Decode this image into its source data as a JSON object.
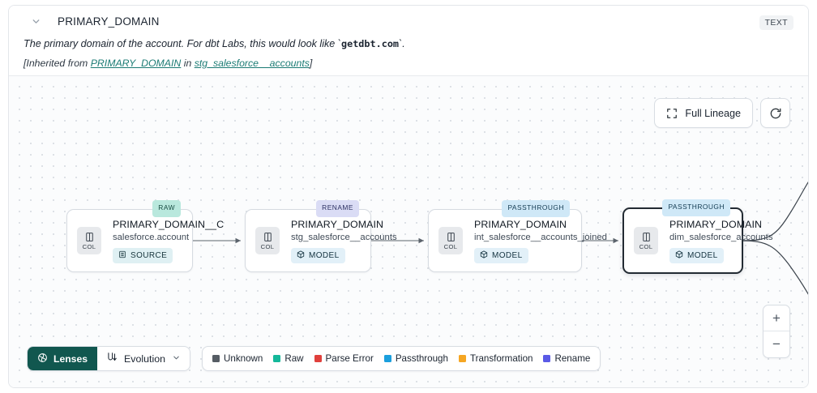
{
  "header": {
    "chevron_icon": "chevron-down-icon",
    "title": "PRIMARY_DOMAIN",
    "type_badge": "TEXT",
    "description_prefix": "The primary domain of the account. For dbt Labs, this would look like `",
    "description_code": "getdbt.com",
    "description_suffix": "`.",
    "inherit_open": "[Inherited from ",
    "inherit_link1": "PRIMARY_DOMAIN",
    "inherit_mid": " in ",
    "inherit_link2": "stg_salesforce__accounts",
    "inherit_close": "]"
  },
  "toolbar": {
    "full_lineage_label": "Full Lineage",
    "full_lineage_icon": "expand-corners-icon",
    "refresh_icon": "refresh-icon"
  },
  "graph": {
    "nodes": [
      {
        "tag": "RAW",
        "tag_kind": "raw",
        "col_icon": "column-icon",
        "col_label": "COL",
        "name": "PRIMARY_DOMAIN__C",
        "subtitle": "salesforce.account",
        "pill_label": "SOURCE",
        "pill_icon": "database-icon",
        "pill_kind": "source",
        "selected": false
      },
      {
        "tag": "RENAME",
        "tag_kind": "rename",
        "col_icon": "column-icon",
        "col_label": "COL",
        "name": "PRIMARY_DOMAIN",
        "subtitle": "stg_salesforce__accounts",
        "pill_label": "MODEL",
        "pill_icon": "cube-icon",
        "pill_kind": "model",
        "selected": false
      },
      {
        "tag": "PASSTHROUGH",
        "tag_kind": "pass",
        "col_icon": "column-icon",
        "col_label": "COL",
        "name": "PRIMARY_DOMAIN",
        "subtitle": "int_salesforce__accounts_joined",
        "pill_label": "MODEL",
        "pill_icon": "cube-icon",
        "pill_kind": "model",
        "selected": false
      },
      {
        "tag": "PASSTHROUGH",
        "tag_kind": "pass",
        "col_icon": "column-icon",
        "col_label": "COL",
        "name": "PRIMARY_DOMAIN",
        "subtitle": "dim_salesforce_accounts",
        "pill_label": "MODEL",
        "pill_icon": "cube-icon",
        "pill_kind": "model",
        "selected": true
      }
    ]
  },
  "zoom_controls": {
    "zoom_in": "+",
    "zoom_out": "−"
  },
  "bottom_bar": {
    "lenses_label": "Lenses",
    "lenses_icon": "lens-aperture-icon",
    "evolution_label": "Evolution",
    "evolution_icon": "evolution-flow-icon",
    "evolution_chevron": "chevron-down-icon",
    "legend": [
      {
        "label": "Unknown",
        "color": "#555c64"
      },
      {
        "label": "Raw",
        "color": "#14b89a"
      },
      {
        "label": "Parse Error",
        "color": "#e0403c"
      },
      {
        "label": "Passthrough",
        "color": "#1b9fdd"
      },
      {
        "label": "Transformation",
        "color": "#f5a623"
      },
      {
        "label": "Rename",
        "color": "#5a5ae6"
      }
    ]
  }
}
